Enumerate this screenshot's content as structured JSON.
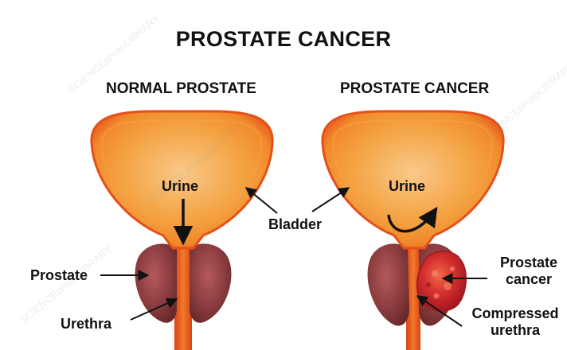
{
  "title": "PROSTATE CANCER",
  "panels": {
    "normal": {
      "subtitle": "NORMAL PROSTATE",
      "urine_label": "Urine"
    },
    "cancer": {
      "subtitle": "PROSTATE CANCER",
      "urine_label": "Urine"
    }
  },
  "labels": {
    "bladder": "Bladder",
    "prostate": "Prostate",
    "urethra": "Urethra",
    "prostate_cancer": "Prostate cancer",
    "compressed_urethra": "Compressed urethra"
  },
  "watermark": "SCIENCEphotoLIBRARY",
  "colors": {
    "bladder_outer": "#e8551d",
    "bladder_inner": "#f5a53c",
    "bladder_center": "#f8c27a",
    "prostate": "#8c3d3f",
    "urethra": "#e8541e",
    "tumor": "#c8202a",
    "arrow": "#111111"
  }
}
